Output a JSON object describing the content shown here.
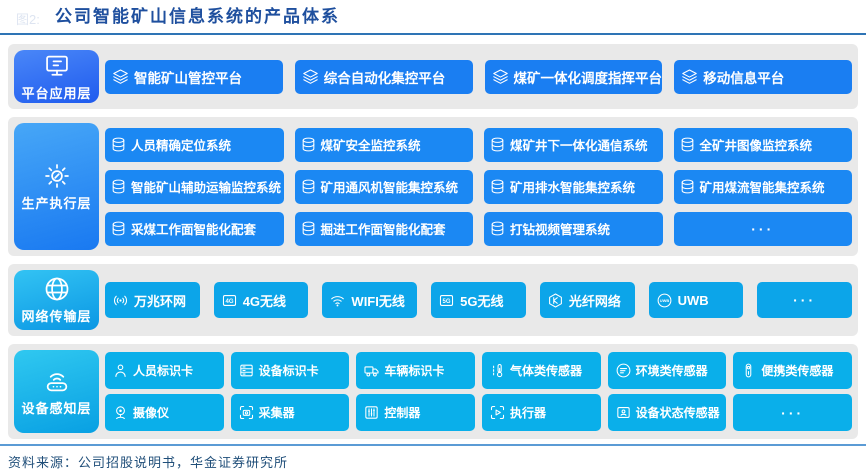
{
  "figure": {
    "faint_prefix": "图2:",
    "title": "公司智能矿山信息系统的产品体系",
    "source": "资料来源：公司招股说明书，华金证券研究所"
  },
  "colors": {
    "title_text": "#1e4f9e",
    "top_rule": "#2e74b5",
    "bottom_rule": "#5b9bd5",
    "band_background": "#e9e9e9",
    "blue_chip": "#1a7ef2",
    "blue_chip_2": "#1b88f3",
    "cyan_chip": "#0ca5e9",
    "cyan_chip_2": "#0aafea"
  },
  "bands": [
    {
      "label": "平台应用层",
      "icon": "monitor-icon",
      "rows": [
        [
          {
            "icon": "layers-icon",
            "label": "智能矿山管控平台"
          },
          {
            "icon": "layers-icon",
            "label": "综合自动化集控平台"
          },
          {
            "icon": "layers-icon",
            "label": "煤矿一体化调度指挥平台"
          },
          {
            "icon": "layers-icon",
            "label": "移动信息平台"
          }
        ]
      ]
    },
    {
      "label": "生产执行层",
      "icon": "gear-icon",
      "rows": [
        [
          {
            "icon": "database-icon",
            "label": "人员精确定位系统"
          },
          {
            "icon": "database-icon",
            "label": "煤矿安全监控系统"
          },
          {
            "icon": "database-icon",
            "label": "煤矿井下一体化通信系统"
          },
          {
            "icon": "database-icon",
            "label": "全矿井图像监控系统"
          }
        ],
        [
          {
            "icon": "database-icon",
            "label": "智能矿山辅助运输监控系统"
          },
          {
            "icon": "database-icon",
            "label": "矿用通风机智能集控系统"
          },
          {
            "icon": "database-icon",
            "label": "矿用排水智能集控系统"
          },
          {
            "icon": "database-icon",
            "label": "矿用煤流智能集控系统"
          }
        ],
        [
          {
            "icon": "database-icon",
            "label": "采煤工作面智能化配套"
          },
          {
            "icon": "database-icon",
            "label": "掘进工作面智能化配套"
          },
          {
            "icon": "database-icon",
            "label": "打钻视频管理系统"
          },
          {
            "icon": null,
            "label": "···"
          }
        ]
      ]
    },
    {
      "label": "网络传输层",
      "icon": "globe-icon",
      "rows": [
        [
          {
            "icon": "broadcast-icon",
            "label": "万兆环网"
          },
          {
            "icon": "4g-badge-icon",
            "label": "4G无线"
          },
          {
            "icon": "wifi-icon",
            "label": "WIFI无线"
          },
          {
            "icon": "5g-badge-icon",
            "label": "5G无线"
          },
          {
            "icon": "fiber-network-icon",
            "label": "光纤网络"
          },
          {
            "icon": "uwb-icon",
            "label": "UWB"
          },
          {
            "icon": null,
            "label": "···"
          }
        ]
      ]
    },
    {
      "label": "设备感知层",
      "icon": "router-wifi-icon",
      "rows": [
        [
          {
            "icon": "person-badge-icon",
            "label": "人员标识卡"
          },
          {
            "icon": "device-card-icon",
            "label": "设备标识卡"
          },
          {
            "icon": "truck-icon",
            "label": "车辆标识卡"
          },
          {
            "icon": "gas-sensor-icon",
            "label": "气体类传感器"
          },
          {
            "icon": "environment-sensor-icon",
            "label": "环境类传感器"
          },
          {
            "icon": "portable-sensor-icon",
            "label": "便携类传感器"
          }
        ],
        [
          {
            "icon": "webcam-icon",
            "label": "摄像仪"
          },
          {
            "icon": "collector-icon",
            "label": "采集器"
          },
          {
            "icon": "controller-icon",
            "label": "控制器"
          },
          {
            "icon": "actuator-icon",
            "label": "执行器"
          },
          {
            "icon": "device-status-icon",
            "label": "设备状态传感器"
          },
          {
            "icon": null,
            "label": "···"
          }
        ]
      ]
    }
  ]
}
